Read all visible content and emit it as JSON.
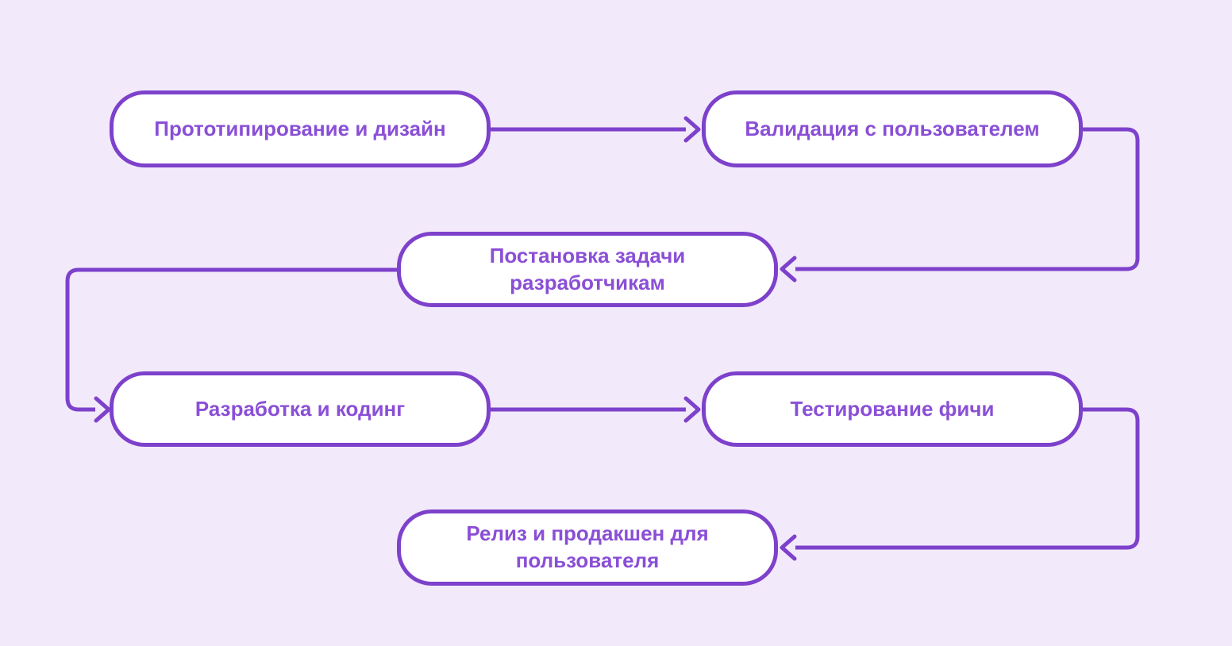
{
  "diagram": {
    "colors": {
      "background": "#f2e9fa",
      "node_fill": "#ffffff",
      "stroke": "#7d41cb",
      "label": "#8a4fd6"
    },
    "nodes": [
      {
        "id": "prototyping",
        "label": "Прототипирование и дизайн"
      },
      {
        "id": "validation",
        "label": "Валидация с пользователем"
      },
      {
        "id": "task",
        "label": "Постановка задачи разработчикам"
      },
      {
        "id": "development",
        "label": "Разработка и кодинг"
      },
      {
        "id": "testing",
        "label": "Тестирование фичи"
      },
      {
        "id": "release",
        "label": "Релиз и продакшен для пользователя"
      }
    ],
    "edges": [
      {
        "from": "prototyping",
        "to": "validation"
      },
      {
        "from": "validation",
        "to": "task"
      },
      {
        "from": "task",
        "to": "development"
      },
      {
        "from": "development",
        "to": "testing"
      },
      {
        "from": "testing",
        "to": "release"
      }
    ]
  }
}
